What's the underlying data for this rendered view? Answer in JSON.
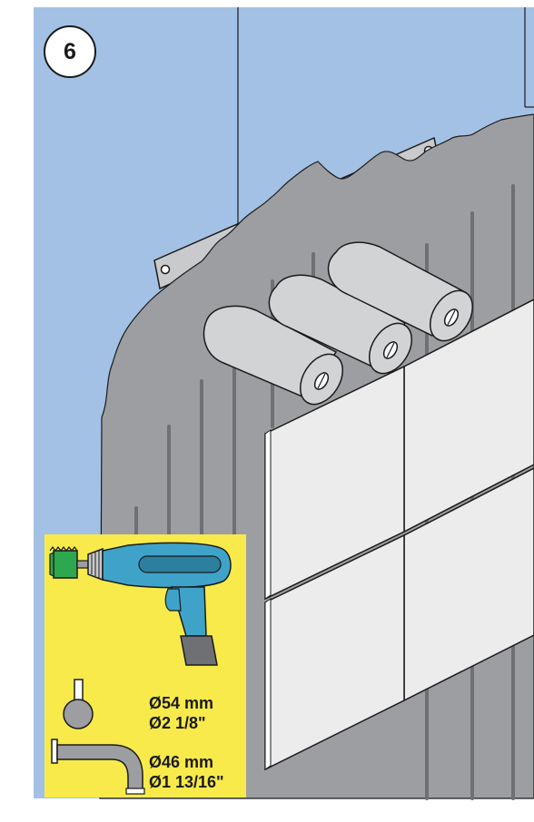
{
  "step": {
    "number": "6"
  },
  "tool_panel": {
    "tool_icon": "drill-with-hole-saw-icon",
    "items": [
      {
        "icon": "knob-handle-icon",
        "diameter_mm": "Ø54 mm",
        "diameter_in": "Ø2 1/8\""
      },
      {
        "icon": "spout-icon",
        "diameter_mm": "Ø46 mm",
        "diameter_in": "Ø1 13/16\""
      }
    ]
  },
  "colors": {
    "wall": "#a3c1e4",
    "adhesive": "#9c9ea1",
    "tile": "#ececed",
    "sleeve": "#d2d3d5",
    "panel": "#f8ea4b",
    "drill": "#3fa3c9",
    "hole_saw": "#2ea84f",
    "outline": "#1a1a1a"
  }
}
